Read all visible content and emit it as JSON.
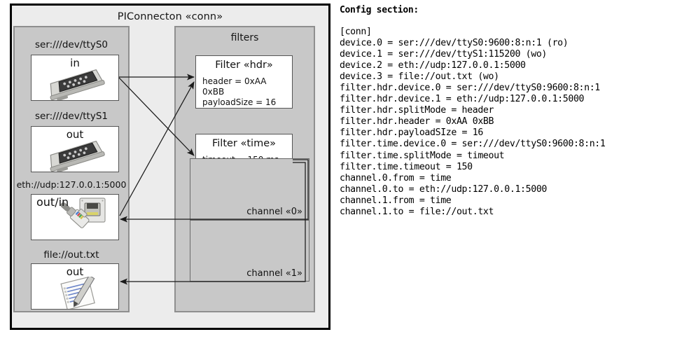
{
  "diagram": {
    "outer": {
      "title": "PIConnecton «conn»"
    },
    "devices_panel": {
      "title": ""
    },
    "filters_panel": {
      "title": "filters"
    },
    "devices": [
      {
        "label": "ser:///dev/ttyS0",
        "direction": "in",
        "icon": "serial-connector-icon"
      },
      {
        "label": "ser:///dev/ttyS1",
        "direction": "out",
        "icon": "serial-connector-icon"
      },
      {
        "label": "eth://udp:127.0.0.1:5000",
        "direction": "out/in",
        "icon": "ethernet-jack-icon"
      },
      {
        "label": "file://out.txt",
        "direction": "out",
        "icon": "text-document-icon"
      }
    ],
    "filters": [
      {
        "title": "Filter «hdr»",
        "props": [
          "header = 0xAA 0xBB",
          "payloadSize = 16"
        ]
      },
      {
        "title": "Filter «time»",
        "props": [
          "timeout = 150 ms"
        ]
      }
    ],
    "channels": [
      {
        "label": "channel «0»"
      },
      {
        "label": "channel «1»"
      }
    ]
  },
  "config": {
    "heading": "Config section:",
    "lines": [
      "[conn]",
      "device.0 = ser:///dev/ttyS0:9600:8:n:1 (ro)",
      "device.1 = ser:///dev/ttyS1:115200 (wo)",
      "device.2 = eth://udp:127.0.0.1:5000",
      "device.3 = file://out.txt (wo)",
      "filter.hdr.device.0 = ser:///dev/ttyS0:9600:8:n:1",
      "filter.hdr.device.1 = eth://udp:127.0.0.1:5000",
      "filter.hdr.splitMode = header",
      "filter.hdr.header = 0xAA 0xBB",
      "filter.hdr.payloadSIze = 16",
      "filter.time.device.0 = ser:///dev/ttyS0:9600:8:n:1",
      "filter.time.splitMode = timeout",
      "filter.time.timeout = 150",
      "channel.0.from = time",
      "channel.0.to = eth://udp:127.0.0.1:5000",
      "channel.1.from = time",
      "channel.1.to = file://out.txt"
    ]
  },
  "colors": {
    "page_background": "#ffffff",
    "outer_fill": "#ececec",
    "panel_fill": "#c8c8c8",
    "panel_border": "#8f8f8f",
    "card_fill": "#ffffff",
    "card_border": "#555555",
    "edge_stroke": "#1a1a1a",
    "text": "#111111"
  }
}
